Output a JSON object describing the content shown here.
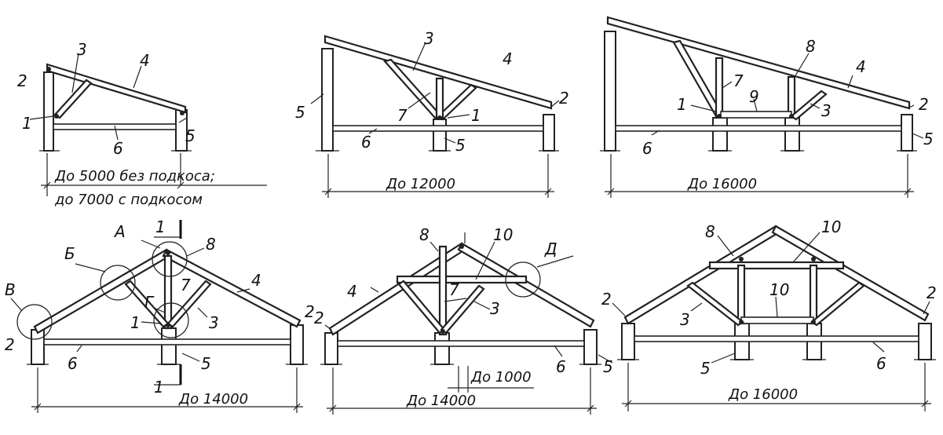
{
  "diagrams": [
    {
      "id": "d1",
      "labels": [
        "2",
        "3",
        "4",
        "1",
        "5",
        "6"
      ],
      "dimension_lines": [
        "До 5000 без   подкоса;",
        "до 7000 с  подкосом"
      ]
    },
    {
      "id": "d2",
      "labels": [
        "3",
        "4",
        "2",
        "7",
        "1",
        "5",
        "5",
        "6"
      ],
      "dimension_lines": [
        "До  12000"
      ]
    },
    {
      "id": "d3",
      "labels": [
        "8",
        "4",
        "7",
        "9",
        "1",
        "3",
        "2",
        "5",
        "6"
      ],
      "dimension_lines": [
        "До   16000"
      ]
    },
    {
      "id": "d4",
      "labels": [
        "1",
        "А",
        "8",
        "Б",
        "В",
        "7",
        "Г",
        "4",
        "2",
        "1",
        "3",
        "2",
        "6",
        "5",
        "1"
      ],
      "dimension_lines": [
        "До 14000"
      ]
    },
    {
      "id": "d5",
      "labels": [
        "8",
        "10",
        "Д",
        "4",
        "7",
        "3",
        "2",
        "6",
        "5"
      ],
      "dimension_lines": [
        "До 1000",
        "До 14000"
      ]
    },
    {
      "id": "d6",
      "labels": [
        "8",
        "10",
        "2",
        "3",
        "10",
        "2",
        "5",
        "6"
      ],
      "dimension_lines": [
        "До  16000"
      ]
    }
  ]
}
